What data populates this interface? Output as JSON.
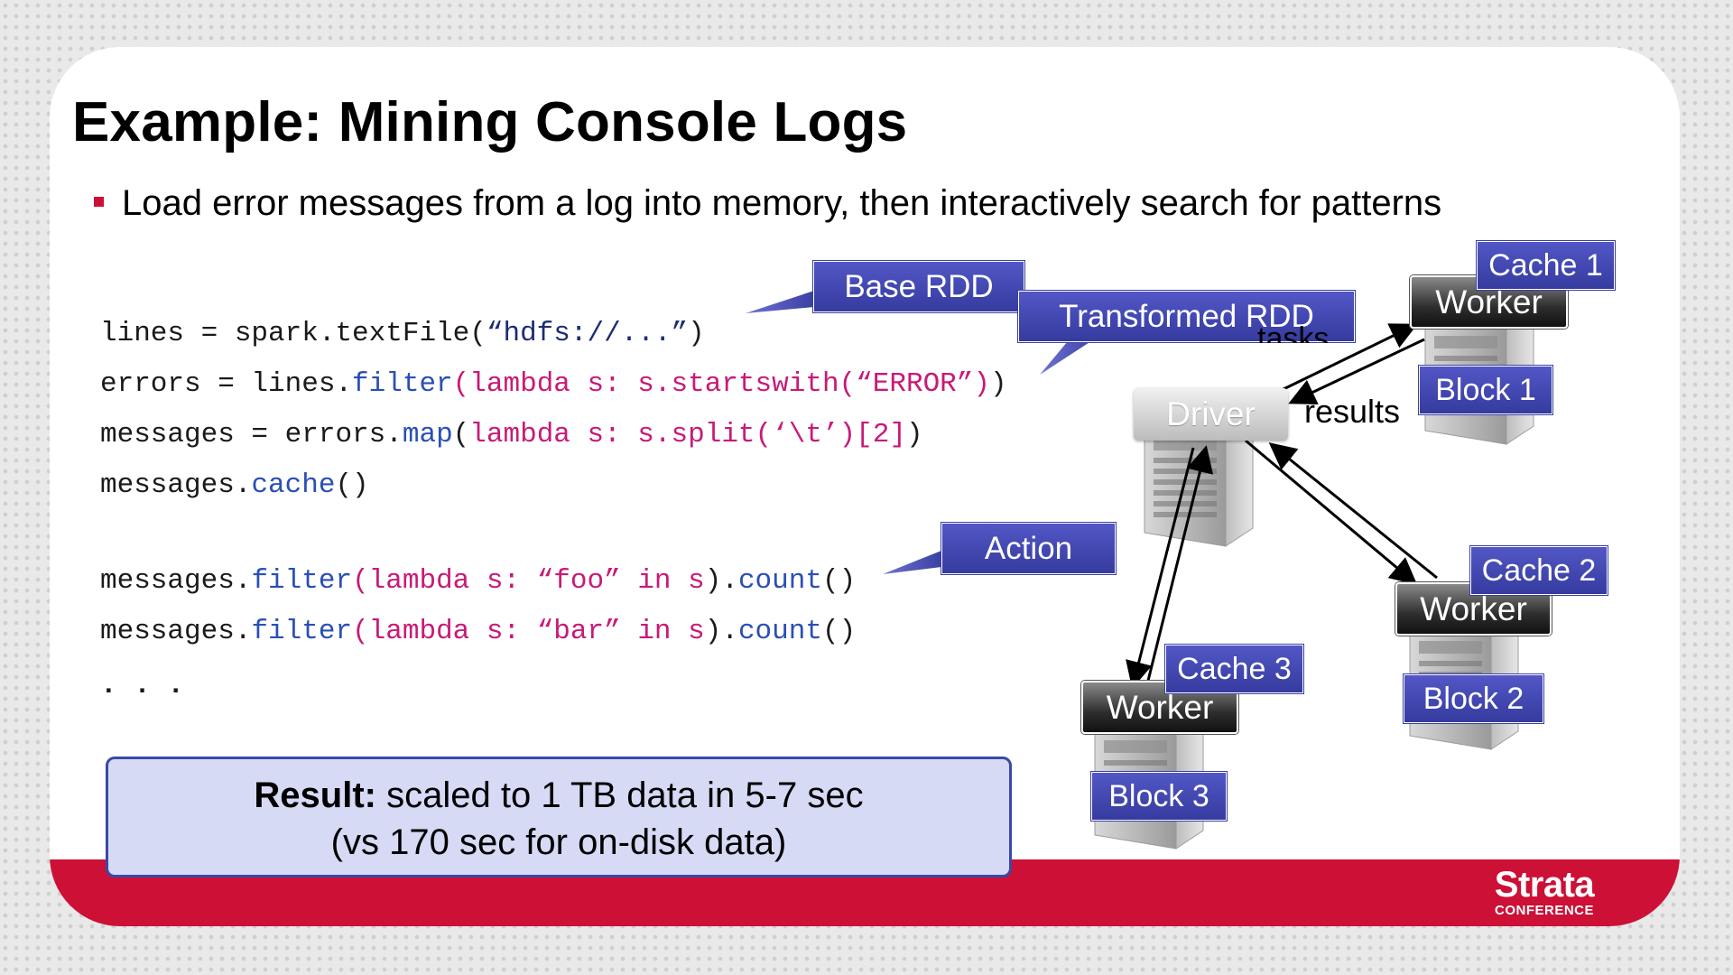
{
  "slide": {
    "title": "Example: Mining Console Logs",
    "bullet": "Load error messages from a log into memory, then interactively search for patterns"
  },
  "code": {
    "line1": {
      "a": "lines = spark.textFile(",
      "b": "“hdfs://...”",
      "c": ")"
    },
    "line2": {
      "a": "errors = lines.",
      "b": "filter",
      "c": "(",
      "d": "lambda s: s.startswith(“ERROR”)",
      "e": ")"
    },
    "line3": {
      "a": "messages = errors.",
      "b": "map",
      "c": "(",
      "d": "lambda s: s.split(‘\\t’)[2]",
      "e": ")"
    },
    "line4": {
      "a": "messages.",
      "b": "cache",
      "c": "()"
    },
    "line5": {
      "a": "messages.",
      "b": "filter",
      "c": "(",
      "d": "lambda s: “foo” in s",
      "e": ").",
      "f": "count",
      "g": "()"
    },
    "line6": {
      "a": "messages.",
      "b": "filter",
      "c": "(",
      "d": "lambda s: “bar” in s",
      "e": ").",
      "f": "count",
      "g": "()"
    },
    "line7": ". . ."
  },
  "callouts": {
    "base_rdd": "Base RDD",
    "transformed_rdd": "Transformed RDD",
    "action": "Action"
  },
  "cluster": {
    "driver": "Driver",
    "tasks_label": "tasks",
    "results_label": "results",
    "workers": [
      {
        "label": "Worker",
        "cache": "Cache 1",
        "block": "Block 1"
      },
      {
        "label": "Worker",
        "cache": "Cache 2",
        "block": "Block 2"
      },
      {
        "label": "Worker",
        "cache": "Cache 3",
        "block": "Block 3"
      }
    ]
  },
  "result": {
    "bold": "Result:",
    "line1": " scaled to 1 TB data in 5-7 sec",
    "line2": "(vs 170 sec for on-disk data)"
  },
  "logo": {
    "name": "Strata",
    "sub": "CONFERENCE"
  },
  "colors": {
    "brand_red": "#cc1036",
    "label_blue": "#3d43ab",
    "code_blue": "#2a4fb5",
    "code_pink": "#c81a77",
    "result_fill": "#d6daf5"
  },
  "icons": [
    "server-icon",
    "arrow-icon",
    "bullet-square-icon"
  ]
}
